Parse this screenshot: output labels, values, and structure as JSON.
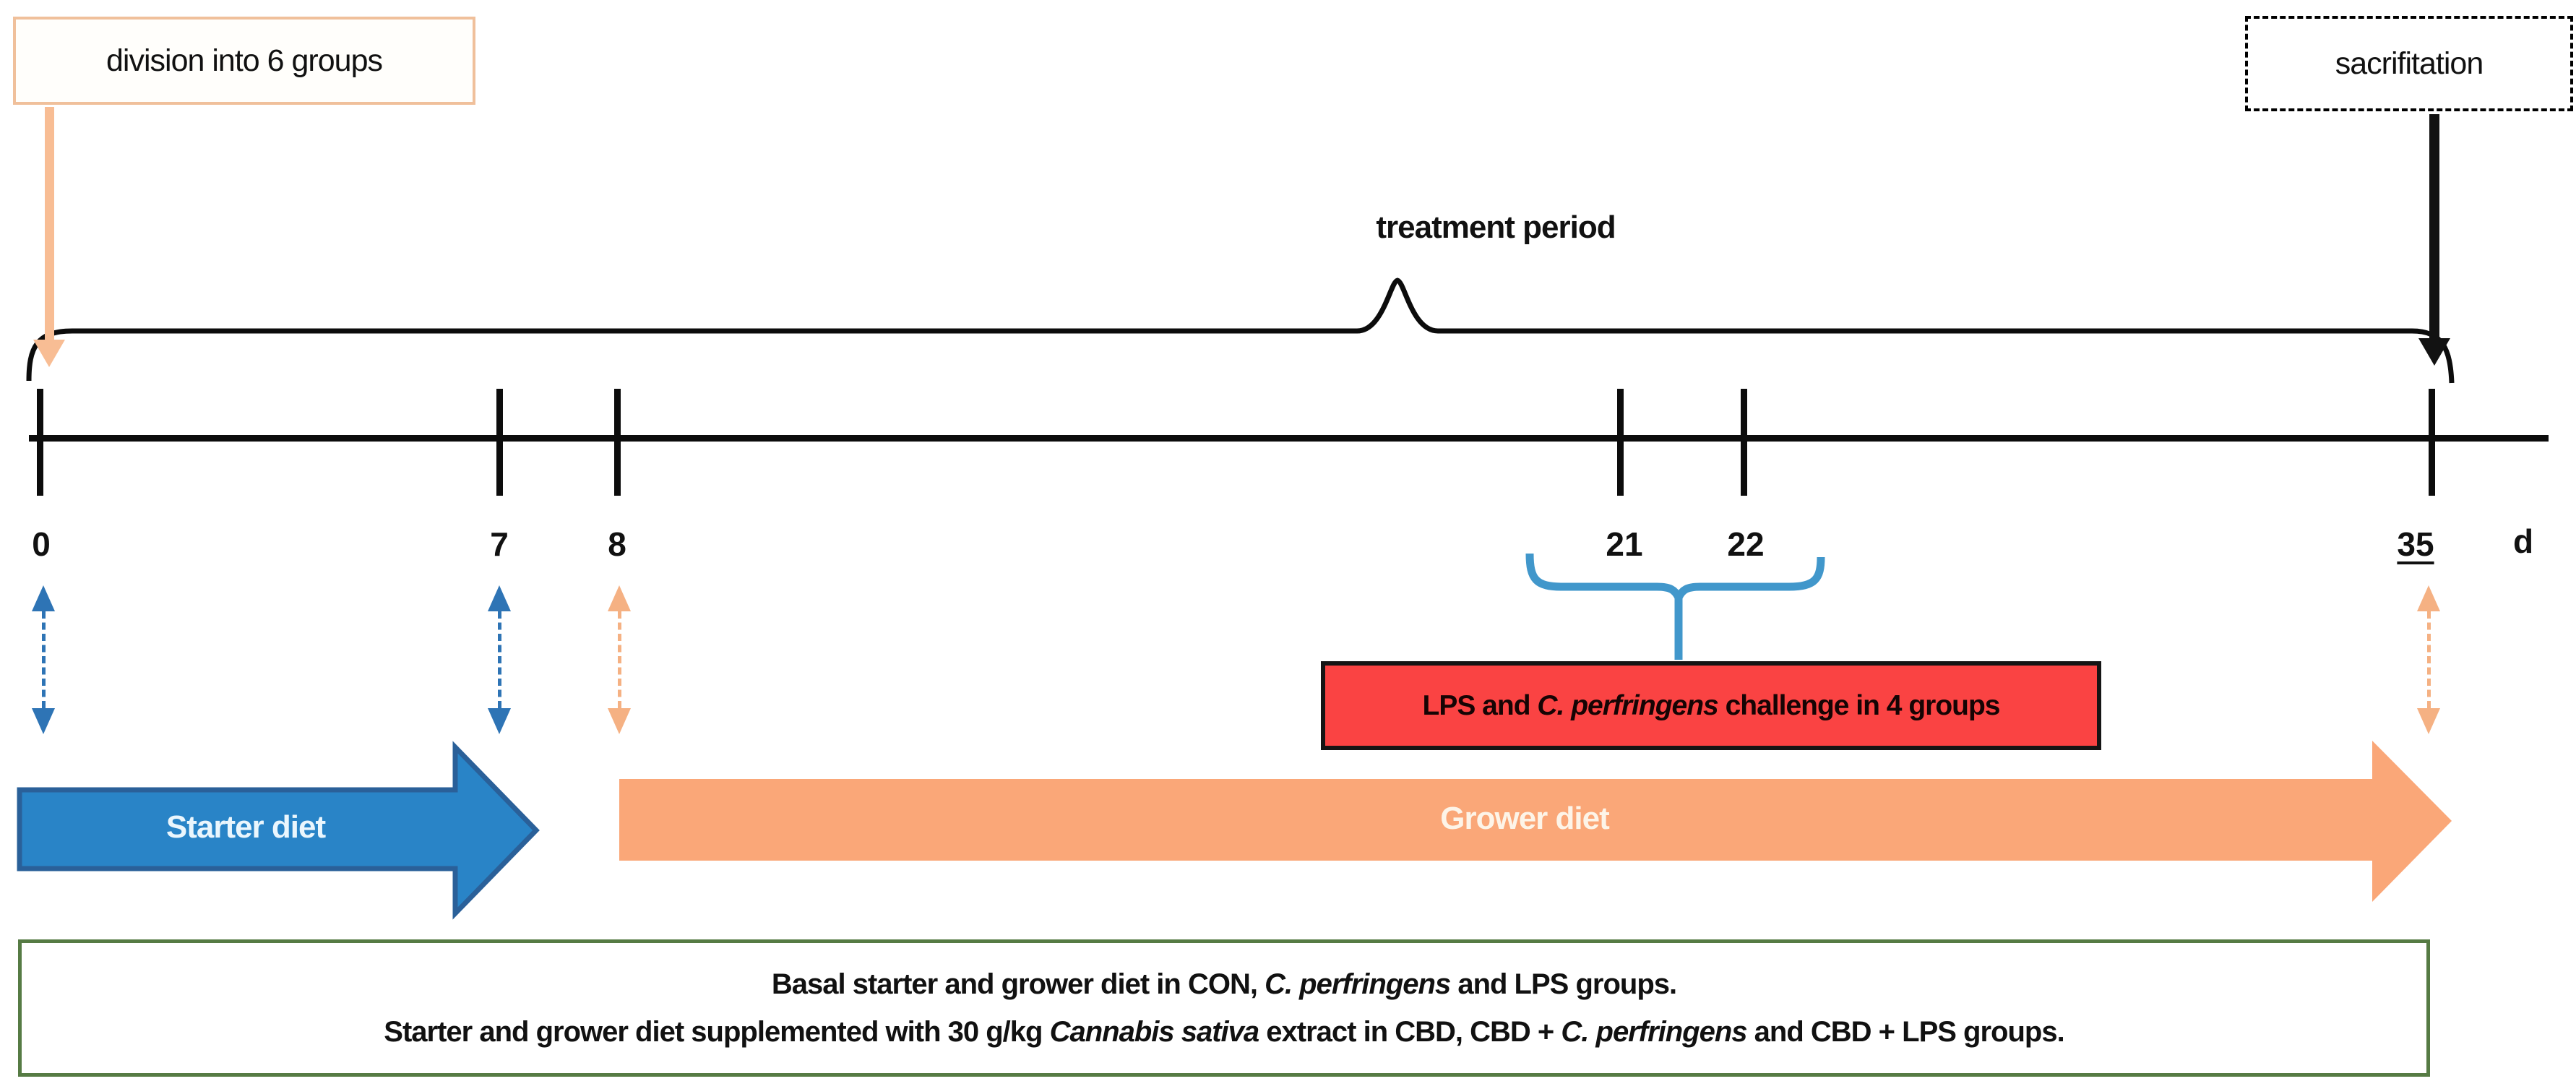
{
  "diagram": {
    "division_box_label": "division into 6 groups",
    "sacrifice_box_label": "sacrifitation",
    "treatment_period_label": "treatment period",
    "timeline": {
      "unit_label": "d",
      "ticks": [
        {
          "label": "0"
        },
        {
          "label": "7"
        },
        {
          "label": "8"
        },
        {
          "label": "21"
        },
        {
          "label": "22"
        },
        {
          "label": "35"
        }
      ]
    },
    "challenge_box": {
      "part1": "LPS and ",
      "italic1": "C. perfringens",
      "part2": " challenge in 4 groups"
    },
    "starter_arrow_label": "Starter diet",
    "grower_arrow_label": "Grower diet",
    "note_box": {
      "line1": {
        "part1": "Basal starter and grower diet in CON, ",
        "italic1": "C. perfringens",
        "part2": " and LPS groups."
      },
      "line2": {
        "part1": "Starter and grower diet supplemented with 30 g/kg ",
        "italic1": "Cannabis sativa",
        "part2": " extract in CBD, CBD + ",
        "italic2": "C. perfringens",
        "part3": " and CBD + LPS groups."
      }
    },
    "colors": {
      "starter_arrow_fill": "#2984c7",
      "starter_arrow_border": "#2a6099",
      "grower_arrow_fill": "#faa778",
      "challenge_box_fill": "#fa4343",
      "division_box_border": "#f0c09b",
      "note_box_border": "#567b44",
      "dashed_blue": "#2e74b5",
      "dashed_orange": "#f5b183",
      "bracket_blue": "#4197cb"
    }
  }
}
